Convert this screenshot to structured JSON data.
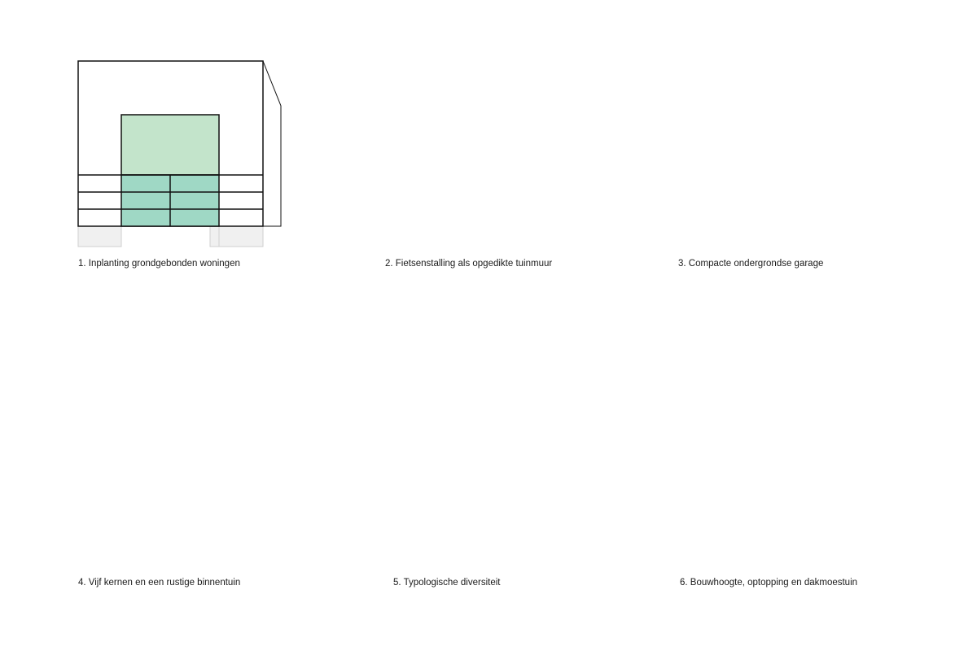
{
  "colors": {
    "green": "#c3e4cb",
    "teal": "#9fd8c5",
    "maroon": "#8c2245",
    "hatch_red": "#c0392b",
    "hatch_blue": "#3f6fd0",
    "grey_block": "#8c8c8c",
    "paving": "#f0f0f0",
    "line": "#111111"
  },
  "icons": [
    "bicycle-icon",
    "eye-icon",
    "hexagon-icon",
    "double-arrow-icon"
  ],
  "captions": {
    "c1": "1. Inplanting grondgebonden woningen",
    "c2": "2. Fietsenstalling als opgedikte tuinmuur",
    "c3": "3. Compacte ondergrondse garage",
    "c4": "4. Vijf kernen en een rustige binnentuin",
    "c5": "5. Typologische diversiteit",
    "c6": "6. Bouwhoogte, optopping en dakmoestuin"
  }
}
